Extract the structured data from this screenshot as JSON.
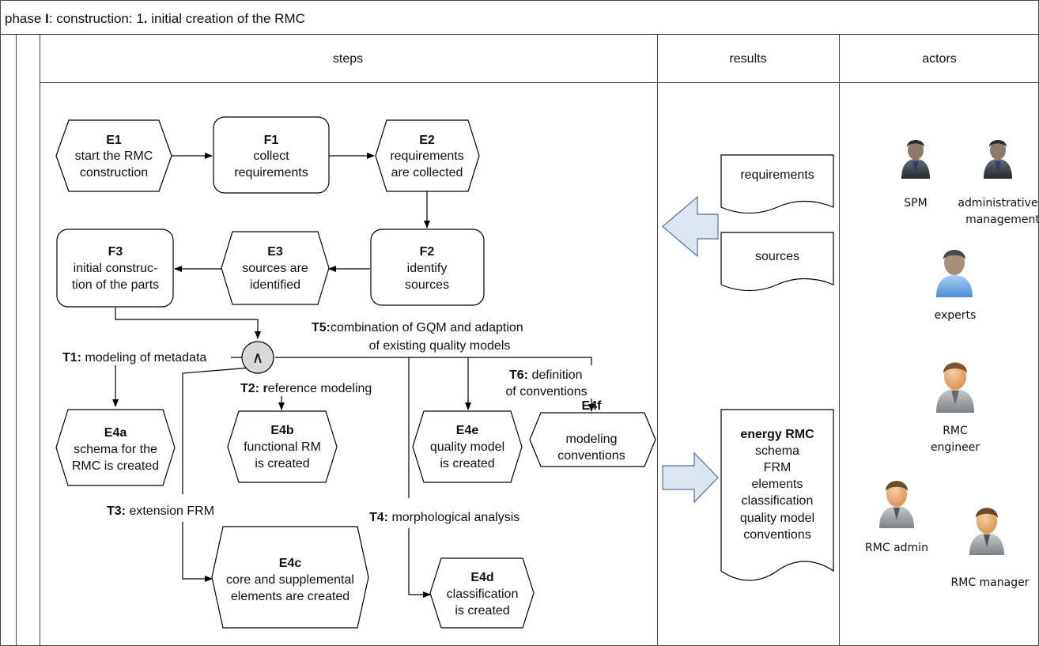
{
  "title": {
    "phase_prefix": "phase ",
    "phase_num": "I",
    "text": ": construction: 1",
    "dot": ".",
    "rest": " initial creation of the RMC"
  },
  "columns": {
    "steps": "steps",
    "results": "results",
    "actors": "actors"
  },
  "events": {
    "E1": {
      "id": "E1",
      "lines": [
        "start the RMC",
        "construction"
      ]
    },
    "E2": {
      "id": "E2",
      "lines": [
        "requirements",
        "are collected"
      ]
    },
    "E3": {
      "id": "E3",
      "lines": [
        "sources are",
        "identified"
      ]
    },
    "E4a": {
      "id": "E4a",
      "lines": [
        "schema for the",
        "RMC is created"
      ]
    },
    "E4b": {
      "id": "E4b",
      "lines": [
        "functional RM",
        "is created"
      ]
    },
    "E4c": {
      "id": "E4c",
      "lines": [
        "core and supplemental",
        "elements are created"
      ]
    },
    "E4d": {
      "id": "E4d",
      "lines": [
        "classification",
        "is created"
      ]
    },
    "E4e": {
      "id": "E4e",
      "lines": [
        "quality model",
        "is created"
      ]
    },
    "E4f": {
      "id": "E4f",
      "lines": [
        "modeling",
        "conventions"
      ]
    }
  },
  "functions": {
    "F1": {
      "id": "F1",
      "lines": [
        "collect",
        "requirements"
      ]
    },
    "F2": {
      "id": "F2",
      "lines": [
        "identify",
        "sources"
      ]
    },
    "F3": {
      "id": "F3",
      "lines": [
        "initial construc-",
        "tion of the parts"
      ]
    }
  },
  "connector": {
    "symbol": "∧"
  },
  "tasks": {
    "T1": {
      "id": "T1:",
      "text": " modeling of metadata"
    },
    "T2": {
      "id": "T2: r",
      "text": "eference modeling"
    },
    "T3": {
      "id": "T3:",
      "text": " extension FRM"
    },
    "T4": {
      "id": "T4:",
      "text": " morphological analysis"
    },
    "T5": {
      "id": "T5:",
      "line1": "combination of GQM and adaption",
      "line2": "of existing quality models"
    },
    "T6": {
      "id": "T6:",
      "line1": " definition",
      "line2": "of conventions"
    }
  },
  "results": {
    "requirements": "requirements",
    "sources": "sources",
    "rmc_title": "energy RMC",
    "rmc_items": [
      "schema",
      "FRM",
      "elements",
      "classification",
      "quality model",
      "conventions"
    ]
  },
  "actors": [
    "SPM",
    "administrative management",
    "experts",
    "RMC engineer",
    "RMC admin",
    "RMC manager"
  ],
  "actor_lines": {
    "spm": [
      "SPM"
    ],
    "admin_mgmt": [
      "administrative",
      "management"
    ],
    "experts": [
      "experts"
    ],
    "engineer": [
      "RMC",
      "engineer"
    ],
    "rmc_admin": [
      "RMC admin"
    ],
    "rmc_manager": [
      "RMC manager"
    ]
  },
  "colors": {
    "arrow_fill": "#dbe5f1",
    "arrow_stroke": "#5b6f8a",
    "actor_suit": "#3a3f45",
    "actor_skin": "#e8b07a",
    "actor_hair": "#6b4a2a",
    "expert_shirt": "#7fb0e6"
  }
}
